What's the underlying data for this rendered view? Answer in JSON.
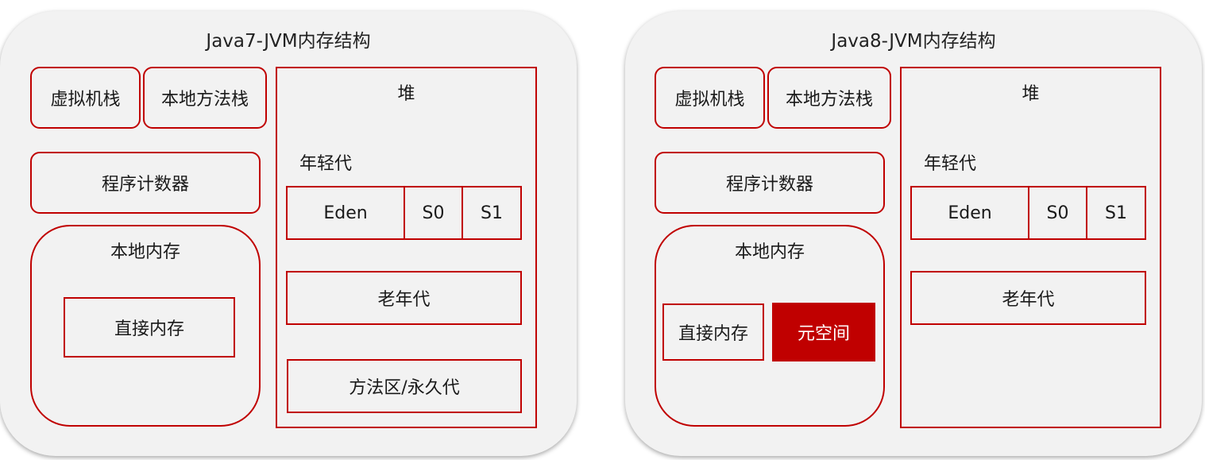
{
  "java7": {
    "title": "Java7-JVM内存结构",
    "vm_stack": "虚拟机栈",
    "native_method_stack": "本地方法栈",
    "program_counter": "程序计数器",
    "native_memory": "本地内存",
    "direct_memory": "直接内存",
    "heap": "堆",
    "young_gen": "年轻代",
    "eden": "Eden",
    "s0": "S0",
    "s1": "S1",
    "old_gen": "老年代",
    "method_area": "方法区/永久代"
  },
  "java8": {
    "title": "Java8-JVM内存结构",
    "vm_stack": "虚拟机栈",
    "native_method_stack": "本地方法栈",
    "program_counter": "程序计数器",
    "native_memory": "本地内存",
    "direct_memory": "直接内存",
    "metaspace": "元空间",
    "heap": "堆",
    "young_gen": "年轻代",
    "eden": "Eden",
    "s0": "S0",
    "s1": "S1",
    "old_gen": "老年代"
  },
  "colors": {
    "accent": "#c00000",
    "panel_bg": "#f2f2f2"
  }
}
